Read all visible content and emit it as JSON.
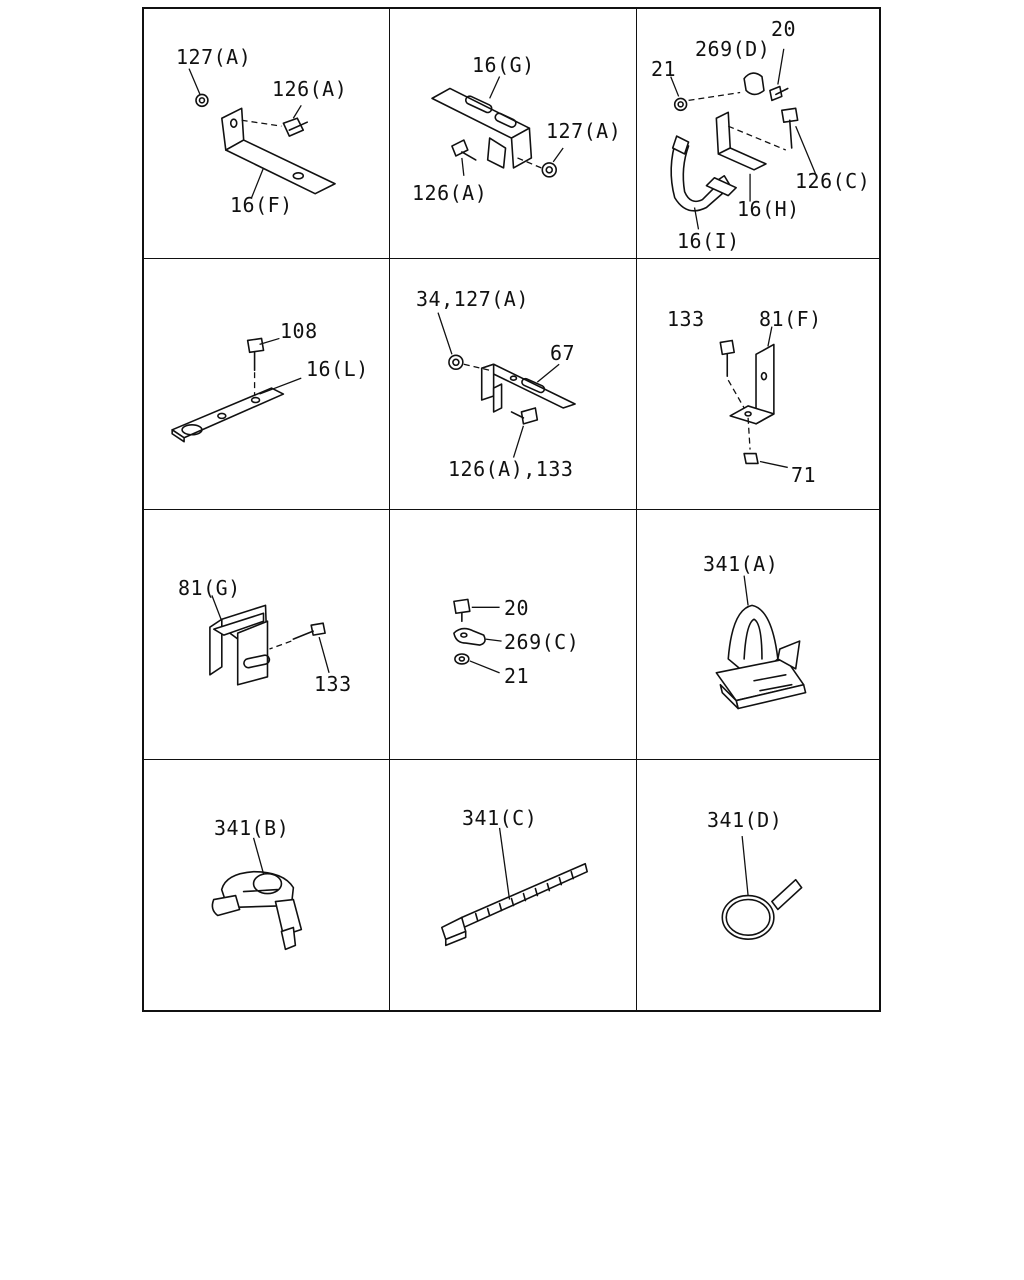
{
  "cells": [
    {
      "id": "c1",
      "labels": [
        "127(A)",
        "126(A)",
        "16(F)"
      ]
    },
    {
      "id": "c2",
      "labels": [
        "16(G)",
        "127(A)",
        "126(A)"
      ]
    },
    {
      "id": "c3",
      "labels": [
        "20",
        "269(D)",
        "21",
        "126(C)",
        "16(H)",
        "16(I)"
      ]
    },
    {
      "id": "c4",
      "labels": [
        "108",
        "16(L)"
      ]
    },
    {
      "id": "c5",
      "labels": [
        "34,127(A)",
        "67",
        "126(A),133"
      ]
    },
    {
      "id": "c6",
      "labels": [
        "133",
        "81(F)",
        "71"
      ]
    },
    {
      "id": "c7",
      "labels": [
        "81(G)",
        "133"
      ]
    },
    {
      "id": "c8",
      "labels": [
        "20",
        "269(C)",
        "21"
      ]
    },
    {
      "id": "c9",
      "labels": [
        "341(A)"
      ]
    },
    {
      "id": "c10",
      "labels": [
        "341(B)"
      ]
    },
    {
      "id": "c11",
      "labels": [
        "341(C)"
      ]
    },
    {
      "id": "c12",
      "labels": [
        "341(D)"
      ]
    }
  ]
}
